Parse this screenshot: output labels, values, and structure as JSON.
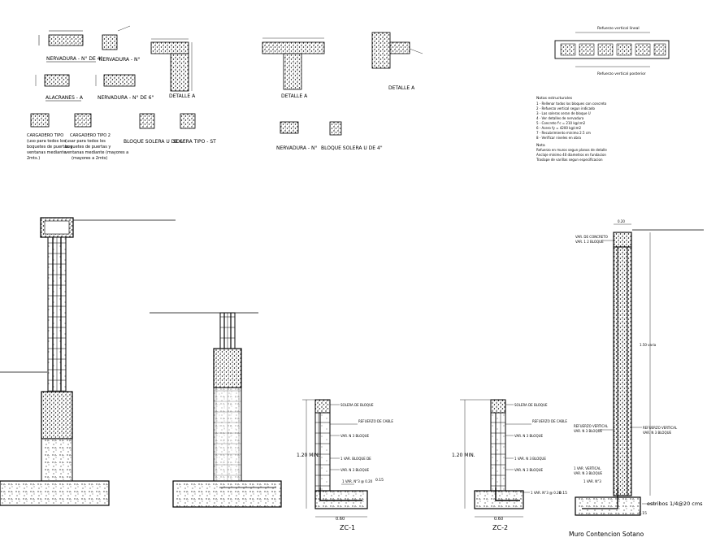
{
  "drawing": {
    "details": {
      "nervadura_4": "NERVADURA - N° DE 4\"",
      "nervadura_short": "NERVADURA - N°",
      "alacrane": "ALACRANES - A",
      "nervadura_6": "NERVADURA - N° DE 6\"",
      "detalle_a_1": "DETALLE A",
      "detalle_a_2": "DETALLE A",
      "detalle_a_3": "DETALLE A",
      "cargadero_1": "CARGADERO TIPO",
      "cargadero_2": "CARGADERO TIPO 2",
      "cargadero_note_1": "(uso para todos los",
      "cargadero_note_2": "boquetes de puertas y",
      "cargadero_note_3": "ventanas mediante",
      "cargadero_note_4": "2mts.)",
      "cargadero_note_5": "(usar para todos los",
      "cargadero_note_6": "boquetes de puertas y",
      "cargadero_note_7": "ventanas mediante (mayores a",
      "cargadero_note_8": "(mayores a 2mts)",
      "bloque_solera_6": "BLOQUE SOLERA U DE 6\"",
      "solera_tipo": "SOLERA TIPO - ST",
      "nervadura_n": "NERVADURA - N°",
      "bloque_solera_4": "BLOQUE SOLERA U DE 4\"",
      "refuerzo_top": "Refuerzo vertical lineal",
      "refuerzo_bottom": "Refuerzo vertical posterior",
      "notes_title": "Notas estructurales",
      "notes_lines": [
        "1 - Rellenar todos los bloques con concreto",
        "2 - Refuerzo vertical segun indicado",
        "3 - Las soleras seran de bloque U",
        "4 - Ver detalles de nervadura",
        "5 - Concreto f'c = 210 kg/cm2",
        "6 - Acero fy = 4200 kg/cm2",
        "7 - Recubrimiento minimo 2.5 cm",
        "8 - Verificar niveles en obra"
      ],
      "notes_sub": "Nota",
      "notes_sub_lines": [
        "Refuerzo en muros segun planos de detalle",
        "Anclaje minimo 40 diametros en fundacion",
        "Traslape de varillas segun especificacion"
      ]
    },
    "sections": {
      "zc1_label": "ZC-1",
      "zc2_label": "ZC-2",
      "muro_label": "Muro Contencion Sotano",
      "dim_120_min_1": "1.20 MIN.",
      "dim_120_min_2": "1.20 MIN.",
      "dim_060_1": "0.60",
      "dim_060_2": "0.60",
      "dim_015": "0.15",
      "dim_015b": "0.15",
      "estribos": "estribos 1/4@20 cms",
      "zc1_tags": [
        "SOLERA DE BLOQUE",
        "REFUERZO DE CABLE",
        "VAR. N 3 BLOQUE",
        "1 VAR. BLOQUE DE",
        "VAR. N 3 BLOQUE",
        "1 VAR. N°3 @ 0.20"
      ],
      "zc2_tags": [
        "SOLERA DE BLOQUE",
        "REFUERZO DE CABLE",
        "VAR. N 3 BLOQUE",
        "1 VAR. N 3 BLOQUE",
        "VAR. N 3 BLOQUE",
        "1 VAR. N°3 @ 0.20"
      ],
      "muro_tags": [
        "VAR. DE CONCRETO",
        "VAR. 1 2 BLOQUE",
        "REFUERZO VERTICAL",
        "VAR. N 3 BLOQUE",
        "1 VAR. VERTICAL",
        "VAR. N 3 BLOQUE",
        "1 VAR. N°3"
      ],
      "muro_right_tags": [
        "REFUERZO VERTICAL",
        "VAR. N 3 BLOQUE"
      ],
      "muro_height": "1.50 varia",
      "muro_top_dim": "0.20",
      "muro_base_dim": "0.15"
    }
  }
}
